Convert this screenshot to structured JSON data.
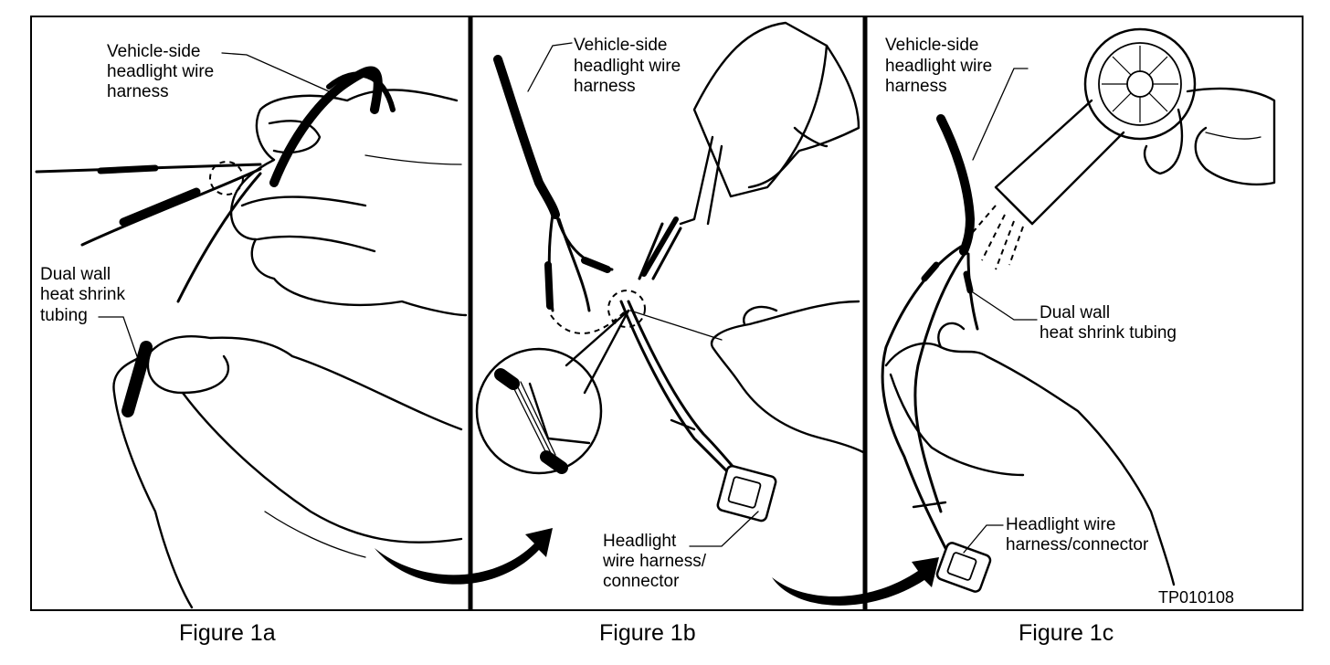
{
  "panels": [
    {
      "caption": "Figure 1a",
      "harness_label": [
        "Vehicle-side",
        "headlight wire",
        "harness"
      ],
      "tubing_label": [
        "Dual wall",
        "heat shrink",
        "tubing"
      ]
    },
    {
      "caption": "Figure 1b",
      "harness_label": [
        "Vehicle-side",
        "headlight wire",
        "harness"
      ],
      "connector_label": [
        "Headlight",
        "wire harness/",
        "connector"
      ]
    },
    {
      "caption": "Figure 1c",
      "harness_label": [
        "Vehicle-side",
        "headlight wire",
        "harness"
      ],
      "tubing_label": [
        "Dual wall",
        "heat shrink tubing"
      ],
      "connector_label": [
        "Headlight wire",
        "harness/connector"
      ],
      "figure_code": "TP010108"
    }
  ],
  "icons": [
    "hand-illustration",
    "heat-gun-icon",
    "hair-dryer-icon",
    "curved-arrow-icon",
    "connector-icon",
    "magnifier-detail-icon"
  ]
}
